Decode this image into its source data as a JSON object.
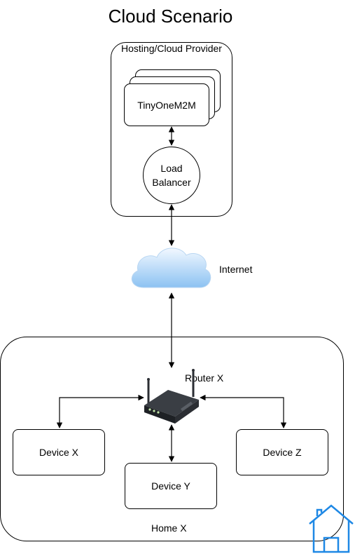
{
  "title": "Cloud Scenario",
  "provider": {
    "label": "Hosting/Cloud Provider"
  },
  "service": {
    "label": "TinyOneM2M"
  },
  "load_balancer": {
    "label": "Load Balancer"
  },
  "internet": {
    "label": "Internet"
  },
  "router": {
    "label": "Router X"
  },
  "devices": [
    {
      "label": "Device X"
    },
    {
      "label": "Device Y"
    },
    {
      "label": "Device Z"
    }
  ],
  "home": {
    "label": "Home X"
  },
  "colors": {
    "cloud_top": "#f2f8ff",
    "cloud_bottom": "#8cc2f2",
    "house_icon": "#1e88e5",
    "router_body": "#2b2e33"
  },
  "icons": [
    "cloud-icon",
    "router-icon",
    "home-icon"
  ]
}
